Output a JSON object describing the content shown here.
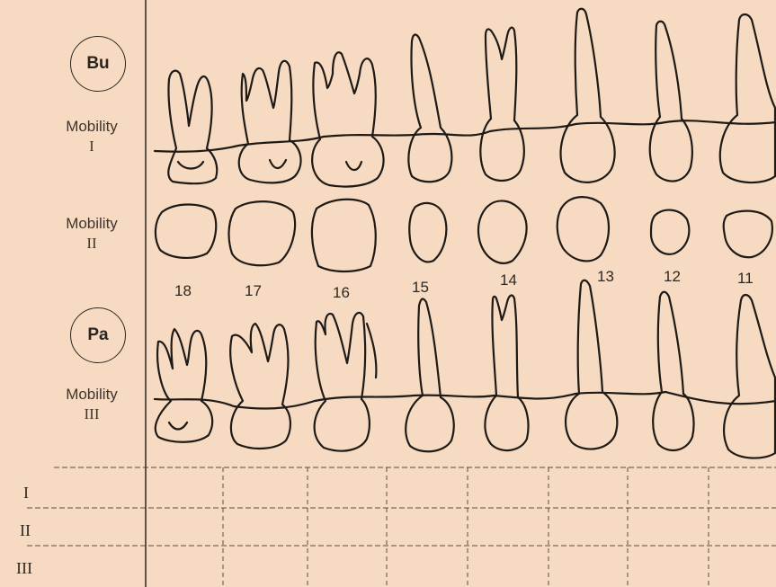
{
  "badges": {
    "buccal": "Bu",
    "palatal": "Pa"
  },
  "row_labels": {
    "mobility_1_word": "Mobility",
    "mobility_1_num": "I",
    "mobility_2_word": "Mobility",
    "mobility_2_num": "II",
    "mobility_3_word": "Mobility",
    "mobility_3_num": "III"
  },
  "tooth_numbers": [
    "18",
    "17",
    "16",
    "15",
    "14",
    "13",
    "12",
    "11"
  ],
  "grid_rows": [
    "I",
    "II",
    "III"
  ]
}
